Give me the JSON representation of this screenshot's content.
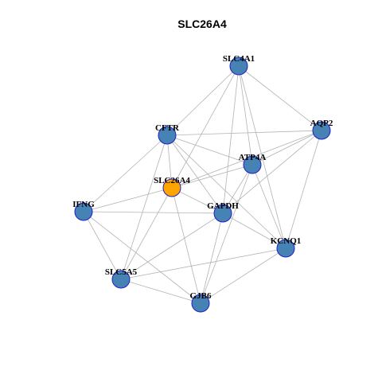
{
  "title": "SLC26A4",
  "colors": {
    "node_fill": "#4682b4",
    "highlight_fill": "#ffa500",
    "node_border": "#1f1fcc",
    "edge": "#b3b3b3"
  },
  "nodes": [
    {
      "id": "SLC4A1",
      "label": "SLC4A1",
      "highlight": false
    },
    {
      "id": "AQP2",
      "label": "AQP2",
      "highlight": false
    },
    {
      "id": "CFTR",
      "label": "CFTR",
      "highlight": false
    },
    {
      "id": "ATP4A",
      "label": "ATP4A",
      "highlight": false
    },
    {
      "id": "SLC26A4",
      "label": "SLC26A4",
      "highlight": true
    },
    {
      "id": "IFNG",
      "label": "IFNG",
      "highlight": false
    },
    {
      "id": "GAPDH",
      "label": "GAPDH",
      "highlight": false
    },
    {
      "id": "KCNQ1",
      "label": "KCNQ1",
      "highlight": false
    },
    {
      "id": "SLC5A5",
      "label": "SLC5A5",
      "highlight": false
    },
    {
      "id": "GJB6",
      "label": "GJB6",
      "highlight": false
    }
  ],
  "edges": [
    [
      "SLC4A1",
      "AQP2"
    ],
    [
      "SLC4A1",
      "CFTR"
    ],
    [
      "SLC4A1",
      "ATP4A"
    ],
    [
      "SLC4A1",
      "GAPDH"
    ],
    [
      "SLC4A1",
      "SLC26A4"
    ],
    [
      "SLC4A1",
      "KCNQ1"
    ],
    [
      "AQP2",
      "CFTR"
    ],
    [
      "AQP2",
      "ATP4A"
    ],
    [
      "AQP2",
      "GAPDH"
    ],
    [
      "AQP2",
      "KCNQ1"
    ],
    [
      "AQP2",
      "SLC26A4"
    ],
    [
      "CFTR",
      "ATP4A"
    ],
    [
      "CFTR",
      "GAPDH"
    ],
    [
      "CFTR",
      "IFNG"
    ],
    [
      "CFTR",
      "SLC5A5"
    ],
    [
      "CFTR",
      "SLC26A4"
    ],
    [
      "CFTR",
      "KCNQ1"
    ],
    [
      "ATP4A",
      "SLC26A4"
    ],
    [
      "ATP4A",
      "GAPDH"
    ],
    [
      "ATP4A",
      "KCNQ1"
    ],
    [
      "ATP4A",
      "GJB6"
    ],
    [
      "SLC26A4",
      "IFNG"
    ],
    [
      "SLC26A4",
      "GAPDH"
    ],
    [
      "SLC26A4",
      "SLC5A5"
    ],
    [
      "SLC26A4",
      "GJB6"
    ],
    [
      "IFNG",
      "GAPDH"
    ],
    [
      "IFNG",
      "SLC5A5"
    ],
    [
      "IFNG",
      "GJB6"
    ],
    [
      "GAPDH",
      "KCNQ1"
    ],
    [
      "GAPDH",
      "SLC5A5"
    ],
    [
      "GAPDH",
      "GJB6"
    ],
    [
      "KCNQ1",
      "SLC5A5"
    ],
    [
      "KCNQ1",
      "GJB6"
    ],
    [
      "SLC5A5",
      "GJB6"
    ]
  ]
}
